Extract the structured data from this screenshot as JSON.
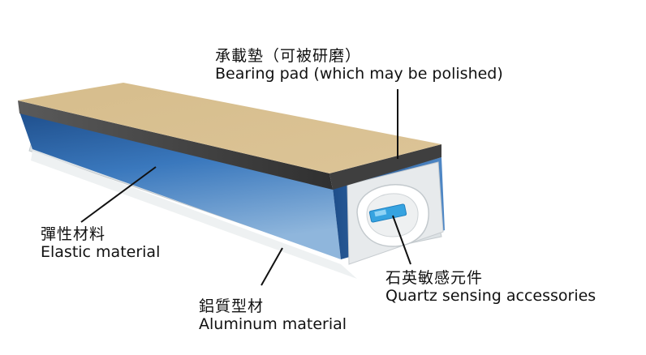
{
  "labels": {
    "bearing_pad": {
      "zh": "承載墊（可被研磨）",
      "en": "Bearing pad (which may be polished)"
    },
    "elastic": {
      "zh": "彈性材料",
      "en": "Elastic material"
    },
    "aluminum": {
      "zh": "鋁質型材",
      "en": "Aluminum material"
    },
    "quartz": {
      "zh": "石英敏感元件",
      "en": "Quartz sensing accessories"
    }
  },
  "colors": {
    "pad_top": "#d9bf8c",
    "pad_edge": "#4a4a4a",
    "body_blue": "#2f67a8",
    "body_dark": "#1d4d86",
    "aluminum": "#e4e8ea",
    "quartz": "#3aa5e0"
  }
}
